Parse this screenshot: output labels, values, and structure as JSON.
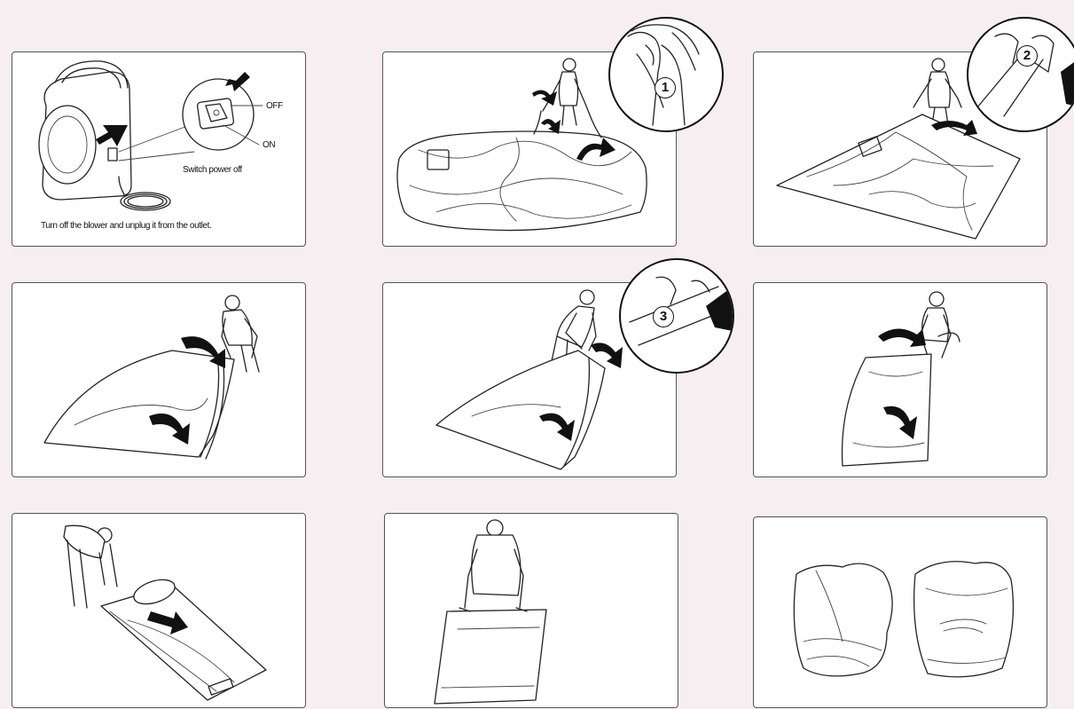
{
  "panel1": {
    "caption": "Turn off the blower and unplug it from the outlet.",
    "switch_caption": "Switch power off",
    "off_label": "OFF",
    "on_label": "ON"
  },
  "inset_labels": {
    "step1": "1",
    "step2": "2",
    "step3": "3"
  },
  "colors": {
    "background": "#f7eef2",
    "line": "#222222",
    "panel": "#ffffff"
  }
}
